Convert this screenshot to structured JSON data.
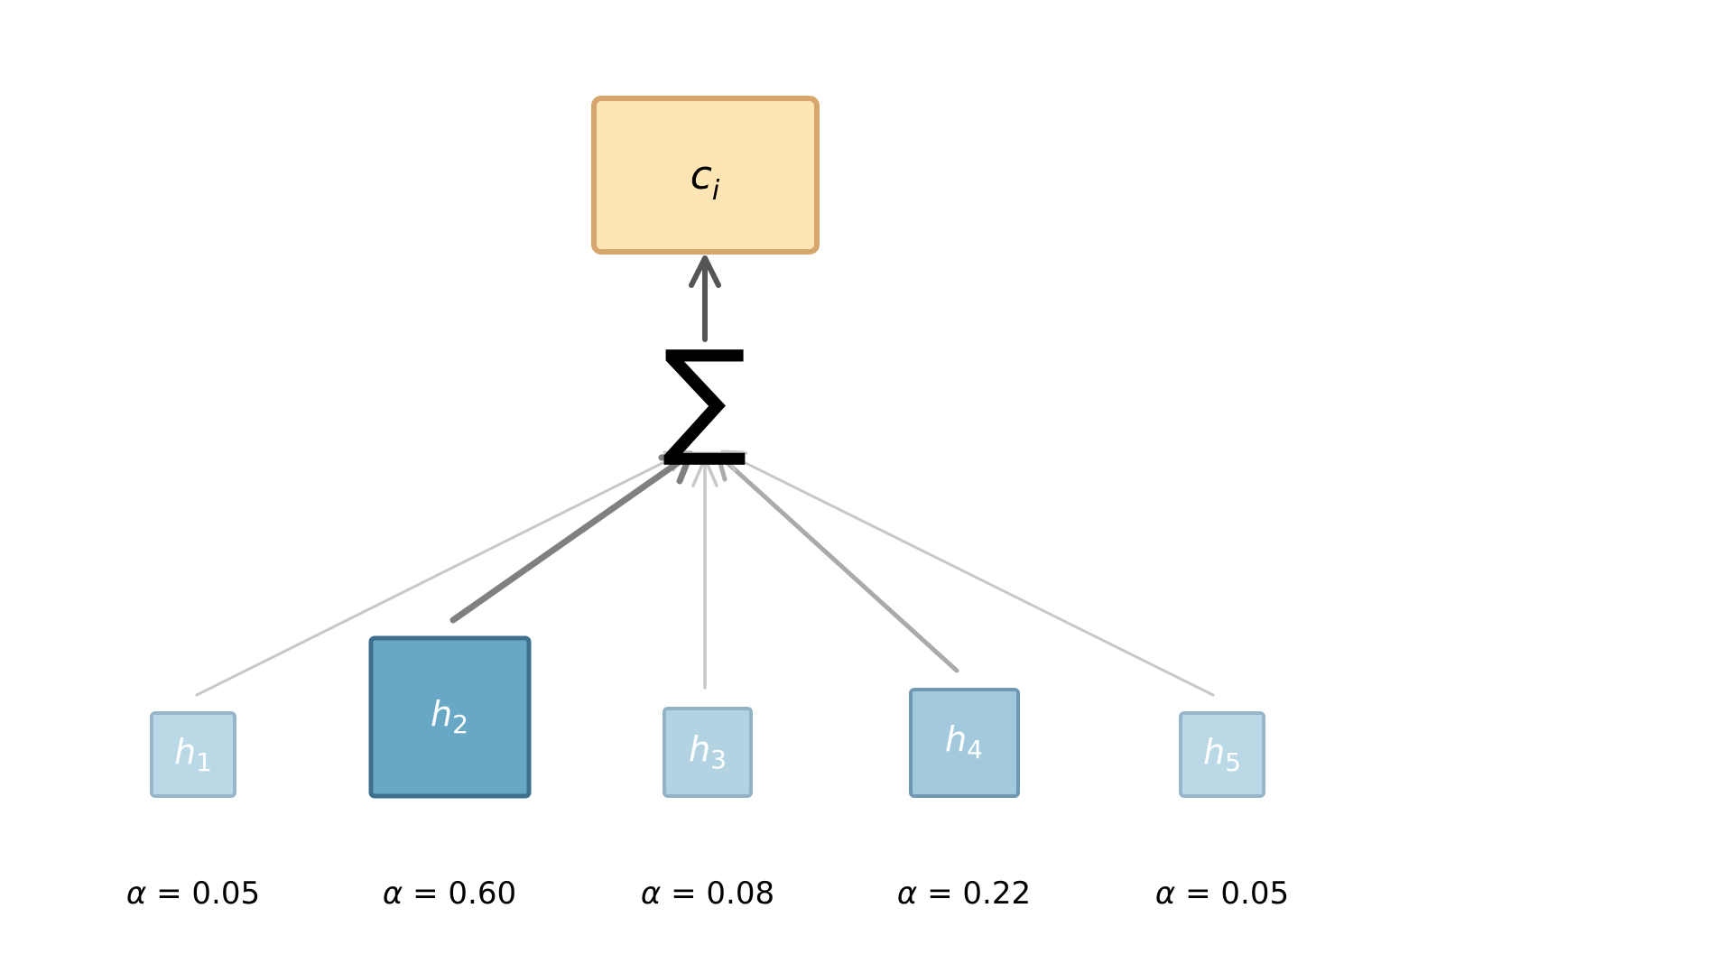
{
  "output": {
    "symbol": "c",
    "subscript": "i",
    "fill": "#fee5b4",
    "stroke": "#d6a66d"
  },
  "aggregator": {
    "symbol": "∑"
  },
  "inputs": [
    {
      "symbol": "h",
      "subscript": "1",
      "alpha_label": "α",
      "alpha_value": "0.05",
      "weight": 0.05
    },
    {
      "symbol": "h",
      "subscript": "2",
      "alpha_label": "α",
      "alpha_value": "0.60",
      "weight": 0.6
    },
    {
      "symbol": "h",
      "subscript": "3",
      "alpha_label": "α",
      "alpha_value": "0.08",
      "weight": 0.08
    },
    {
      "symbol": "h",
      "subscript": "4",
      "alpha_label": "α",
      "alpha_value": "0.22",
      "weight": 0.22
    },
    {
      "symbol": "h",
      "subscript": "5",
      "alpha_label": "α",
      "alpha_value": "0.05",
      "weight": 0.05
    }
  ],
  "colors": {
    "node_low": "#b8d6e5",
    "node_mid": "#a3c9dc",
    "node_high": "#68a8c5",
    "stroke_low": "#93b3c7",
    "stroke_high": "#3e6f8c",
    "edge_light": "#c8c8c8",
    "edge_mid": "#aaaaaa",
    "edge_dark": "#808080",
    "output_arrow": "#555555"
  }
}
